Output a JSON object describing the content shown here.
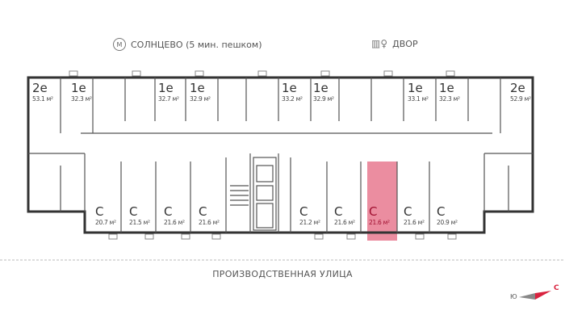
{
  "header": {
    "metro_icon": "M",
    "metro_label": "СОЛНЦЕВО (5 мин. пешком)",
    "yard_icon": "yard-icon",
    "yard_label": "ДВОР"
  },
  "top_units": [
    {
      "type": "2е",
      "area": "53.1 м²"
    },
    {
      "type": "1е",
      "area": "32.3 м²"
    },
    {
      "type": "1е",
      "area": "32.7 м²"
    },
    {
      "type": "1е",
      "area": "32.9 м²"
    },
    {
      "type": "1е",
      "area": "33.2 м²"
    },
    {
      "type": "1е",
      "area": "32.9 м²"
    },
    {
      "type": "1е",
      "area": "33.1 м²"
    },
    {
      "type": "1е",
      "area": "32.3 м²"
    },
    {
      "type": "2е",
      "area": "52.9 м²"
    }
  ],
  "bottom_units": [
    {
      "type": "С",
      "area": "20.7 м²"
    },
    {
      "type": "С",
      "area": "21.5 м²"
    },
    {
      "type": "С",
      "area": "21.6 м²"
    },
    {
      "type": "С",
      "area": "21.6 м²"
    },
    {
      "type": "С",
      "area": "21.2 м²"
    },
    {
      "type": "С",
      "area": "21.6 м²"
    },
    {
      "type": "С",
      "area": "21.6 м²",
      "selected": true
    },
    {
      "type": "С",
      "area": "21.6 м²"
    },
    {
      "type": "С",
      "area": "20.9 м²"
    }
  ],
  "street_label": "ПРОИЗВОДСТВЕННАЯ УЛИЦА",
  "compass": {
    "north": "С",
    "south": "Ю"
  },
  "colors": {
    "highlight": "#e8798f",
    "wall": "#333333",
    "compass_north": "#d9233f",
    "compass_south": "#888888"
  }
}
